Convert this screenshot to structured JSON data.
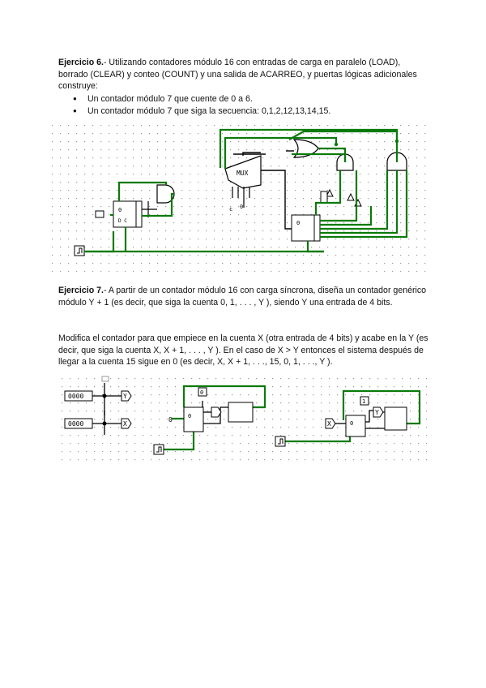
{
  "ex6": {
    "title": "Ejercicio 6.",
    "intro": "- Utilizando contadores módulo 16 con entradas de carga en paralelo (LOAD), borrado (CLEAR) y conteo (COUNT) y una salida de ACARREO, y puertas lógicas adicionales construye:",
    "bullets": [
      "Un contador módulo 7 que cuente de 0 a 6.",
      "Un contador módulo 7 que siga la secuencia: 0,1,2,12,13,14,15."
    ],
    "circuit_labels": {
      "mux": "MUX",
      "zero": "0",
      "c": "c"
    }
  },
  "ex7": {
    "title": "Ejercicio 7.",
    "intro": "- A partir de un contador módulo 16 con carga síncrona, diseña un contador genérico módulo Y + 1 (es decir, que siga la cuenta 0, 1, . . . , Y ), siendo Y una entrada de 4 bits.",
    "para2": "Modifica el contador para que empiece en la cuenta X (otra entrada de 4 bits) y acabe en la Y (es decir, que siga la cuenta X, X + 1, . . . , Y ). En el caso de X > Y entonces el sistema después de llegar a la cuenta 15 sigue en 0 (es decir, X, X + 1, . . ., 15, 0, 1, . . ., Y ).",
    "circuit_labels": {
      "y": "Y",
      "x": "X",
      "pin_y": "0000",
      "pin_x": "0000",
      "zero": "0",
      "one": "1"
    }
  }
}
